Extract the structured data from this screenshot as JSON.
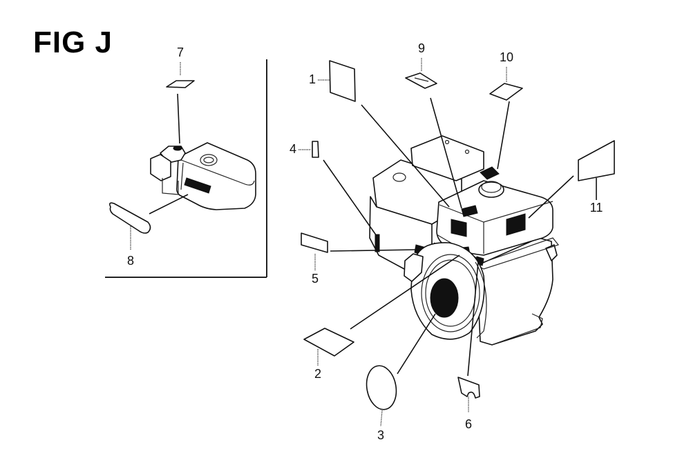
{
  "figure": {
    "title": "FIG J"
  },
  "callouts": [
    {
      "id": "1",
      "label": "1",
      "shape": "square decal"
    },
    {
      "id": "2",
      "label": "2",
      "shape": "rhombus decal"
    },
    {
      "id": "3",
      "label": "3",
      "shape": "oval decal"
    },
    {
      "id": "4",
      "label": "4",
      "shape": "small rectangular decal"
    },
    {
      "id": "5",
      "label": "5",
      "shape": "rectangular decal"
    },
    {
      "id": "6",
      "label": "6",
      "shape": "notched decal"
    },
    {
      "id": "7",
      "label": "7",
      "shape": "rhombus decal"
    },
    {
      "id": "8",
      "label": "8",
      "shape": "elongated oval decal"
    },
    {
      "id": "9",
      "label": "9",
      "shape": "rectangular decal with text"
    },
    {
      "id": "10",
      "label": "10",
      "shape": "rectangular decal"
    },
    {
      "id": "11",
      "label": "11",
      "shape": "large rectangular decal"
    }
  ],
  "colors": {
    "line": "#111111",
    "background": "#ffffff"
  }
}
